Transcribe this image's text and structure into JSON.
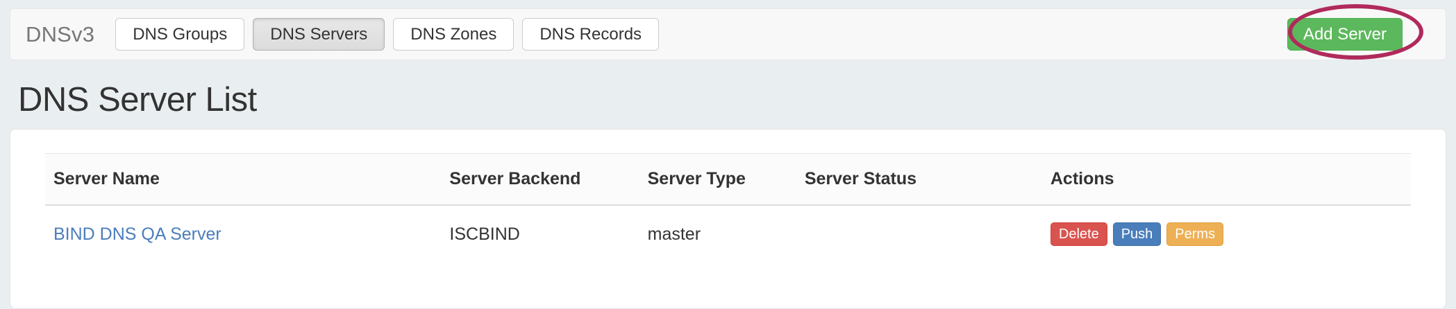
{
  "navbar": {
    "brand": "DNSv3",
    "items": [
      {
        "label": "DNS Groups",
        "active": false
      },
      {
        "label": "DNS Servers",
        "active": true
      },
      {
        "label": "DNS Zones",
        "active": false
      },
      {
        "label": "DNS Records",
        "active": false
      }
    ],
    "add_button_label": "Add Server"
  },
  "page": {
    "title": "DNS Server List"
  },
  "table": {
    "headers": {
      "name": "Server Name",
      "backend": "Server Backend",
      "type": "Server Type",
      "status": "Server Status",
      "actions": "Actions"
    },
    "rows": [
      {
        "name": "BIND DNS QA Server",
        "backend": "ISCBIND",
        "type": "master",
        "status": "",
        "actions": [
          {
            "label": "Delete",
            "style": "delete"
          },
          {
            "label": "Push",
            "style": "push"
          },
          {
            "label": "Perms",
            "style": "perms"
          }
        ]
      }
    ]
  },
  "annotation": {
    "shape": "ellipse",
    "color": "#b02a5b",
    "target": "Add Server"
  },
  "colors": {
    "page_background": "#e9eef0",
    "navbar_background": "#f8f8f8",
    "card_background": "#ffffff",
    "brand_text": "#777777",
    "link": "#4a7ebb",
    "add_button": "#5cb85c",
    "delete_button": "#d9534f",
    "push_button": "#4a7ebb",
    "perms_button": "#eeb054",
    "annotation": "#b02a5b"
  }
}
